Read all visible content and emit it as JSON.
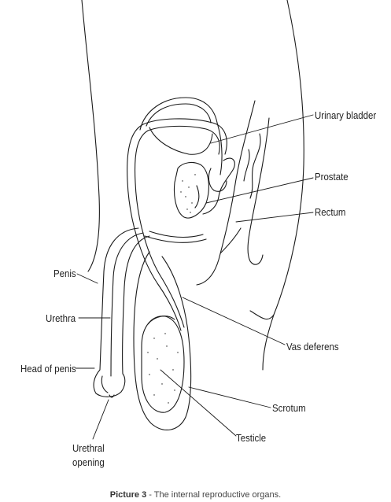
{
  "diagram": {
    "labels": {
      "urinary_bladder": "Urinary bladder",
      "prostate": "Prostate",
      "rectum": "Rectum",
      "penis": "Penis",
      "urethra": "Urethra",
      "head_of_penis": "Head of penis",
      "vas_deferens": "Vas deferens",
      "scrotum": "Scrotum",
      "testicle": "Testicle",
      "urethral_opening_line1": "Urethral",
      "urethral_opening_line2": "opening"
    },
    "caption": {
      "prefix": "Picture 3",
      "separator": " - ",
      "text": "The internal reproductive organs."
    },
    "colors": {
      "stroke": "#1a1a1a",
      "label": "#222222",
      "caption": "#444444"
    }
  }
}
